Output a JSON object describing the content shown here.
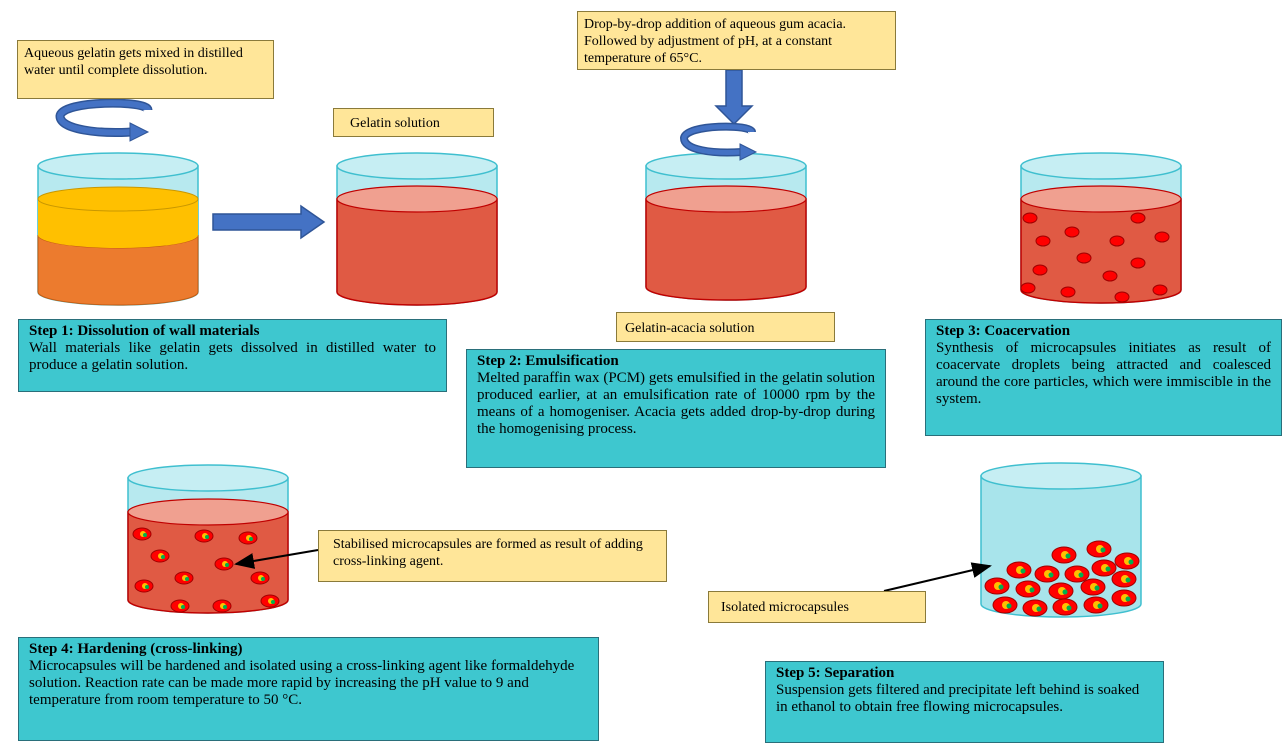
{
  "notes": {
    "n1": "Aqueous gelatin gets mixed in distilled water until complete dissolution.",
    "n2": "Gelatin solution",
    "n3": "Drop-by-drop addition of aqueous gum acacia. Followed by adjustment of pH, at a constant temperature of 65°C.",
    "n4": "Gelatin-acacia solution",
    "n5": "Stabilised microcapsules are formed as result of adding cross-linking agent.",
    "n6": "Isolated microcapsules"
  },
  "steps": [
    {
      "title": "Step 1: Dissolution of wall materials",
      "body": "Wall materials like gelatin gets dissolved in distilled water to produce a gelatin solution."
    },
    {
      "title": "Step 2: Emulsification",
      "body": "Melted paraffin wax (PCM) gets emulsified in the gelatin solution produced earlier, at an emulsification rate of 10000 rpm by the means of a homogeniser. Acacia gets added drop-by-drop during the homogenising process."
    },
    {
      "title": "Step 3: Coacervation",
      "body": "Synthesis of microcapsules initiates as result of coacervate droplets being attracted and coalesced around the core particles, which were immiscible in the system."
    },
    {
      "title": "Step 4: Hardening (cross-linking)",
      "body": "Microcapsules will be hardened and isolated using a cross-linking agent like formaldehyde solution. Reaction rate can be made more rapid by increasing the pH value to 9 and temperature from room temperature to 50 °C."
    },
    {
      "title": "Step 5: Separation",
      "body": "Suspension gets filtered and precipitate left behind is soaked in ethanol to obtain free flowing microcapsules."
    }
  ],
  "colors": {
    "note_bg": "#ffe699",
    "step_bg": "#3ec7cf",
    "beaker_glass": "#b7e9ef",
    "liquid_red": "#e05a44",
    "liquid_orange": "#ec7b2e",
    "liquid_yellow": "#ffc000",
    "arrow_blue": "#4472c4",
    "droplet_red": "#ff0000"
  }
}
